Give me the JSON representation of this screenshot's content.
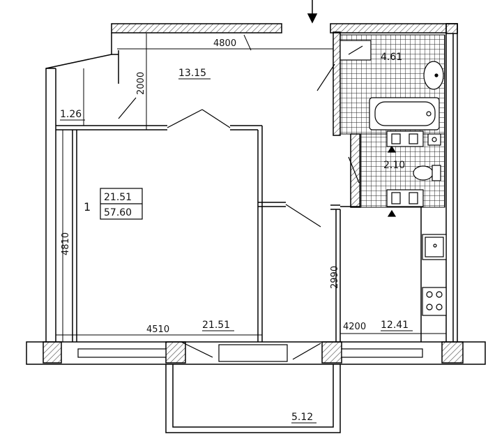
{
  "apartment": {
    "number": "1",
    "living_area": "21.51",
    "total_area": "57.60"
  },
  "rooms": {
    "hall_area": "13.15",
    "corridor_area": "1.26",
    "bathroom_area": "4.61",
    "toilet_area": "2.10",
    "living_room_area": "21.51",
    "kitchen_area": "12.41",
    "balcony_area": "5.12"
  },
  "dimensions": {
    "top_width": "4800",
    "hall_depth": "2000",
    "left_height": "4810",
    "bottom_width": "4510",
    "kitchen_depth": "2990",
    "kitchen_width": "4200"
  },
  "icons": [
    "entrance-arrow-icon",
    "bathtub-icon",
    "sink-icon",
    "toilet-icon",
    "stove-icon",
    "kitchen-sink-icon",
    "electrical-panel-icon",
    "vent-icon"
  ]
}
